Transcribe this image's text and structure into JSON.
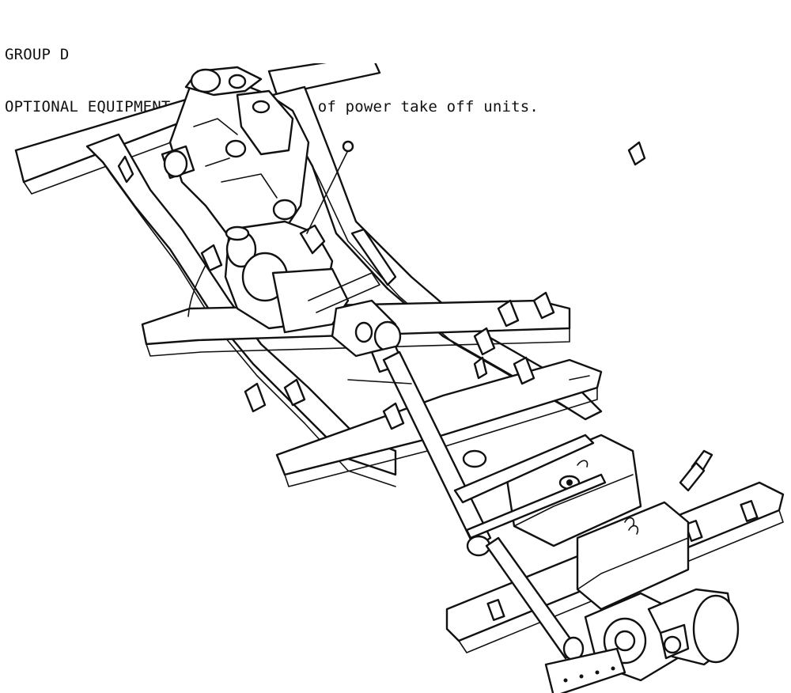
{
  "header": {
    "group_line": "GROUP D",
    "caption_line": "OPTIONAL EQUIPMENT - Installation of power take off units."
  },
  "illustration": {
    "subject": "chassis-frame-with-power-take-off-installation"
  }
}
